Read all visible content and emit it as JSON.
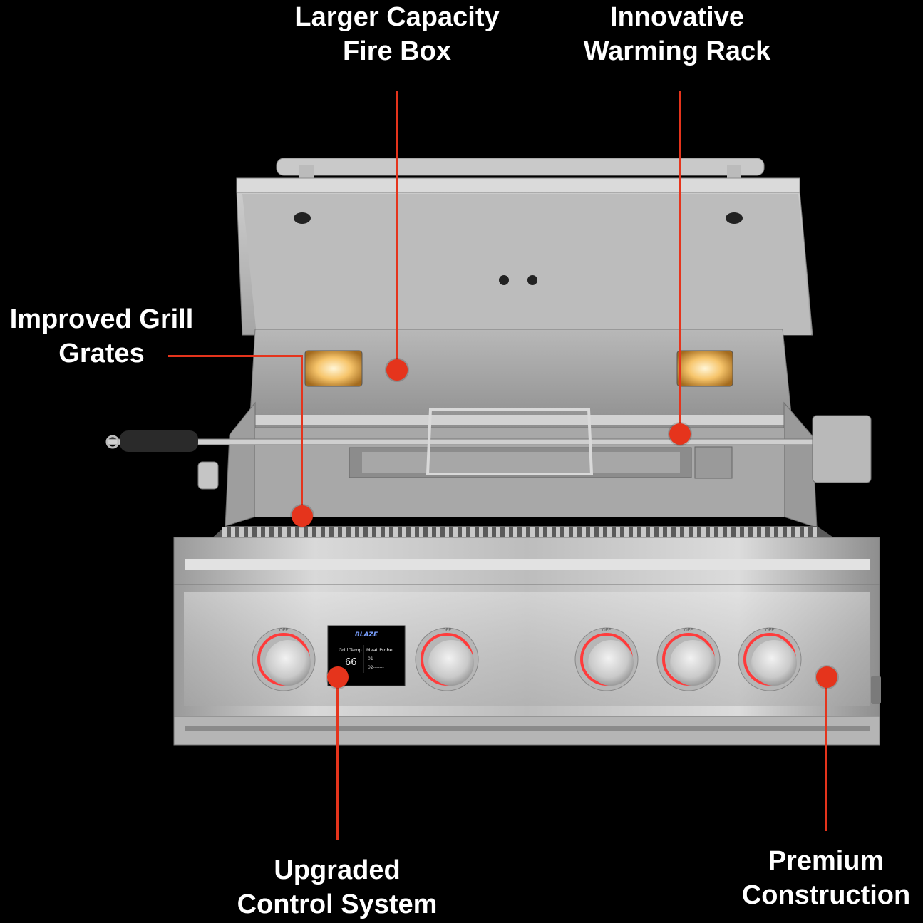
{
  "callouts": {
    "fire_box": {
      "line1": "Larger Capacity",
      "line2": "Fire Box"
    },
    "warming_rack": {
      "line1": "Innovative",
      "line2": "Warming Rack"
    },
    "grill_grates": {
      "line1": "Improved Grill",
      "line2": "Grates"
    },
    "control_system": {
      "line1": "Upgraded",
      "line2": "Control System"
    },
    "construction": {
      "line1": "Premium",
      "line2": "Construction"
    }
  },
  "display": {
    "brand": "BLAZE",
    "grill_temp_label": "Grill Temp",
    "grill_temp_value": "66",
    "meat_probe_label": "Meat Probe",
    "probe_1": "01-------",
    "probe_2": "02-------"
  },
  "knobs": {
    "off_label": "OFF"
  },
  "colors": {
    "accent": "#e5341c",
    "background": "#000000",
    "label_text": "#ffffff",
    "knob_glow": "#ff3b3b"
  }
}
